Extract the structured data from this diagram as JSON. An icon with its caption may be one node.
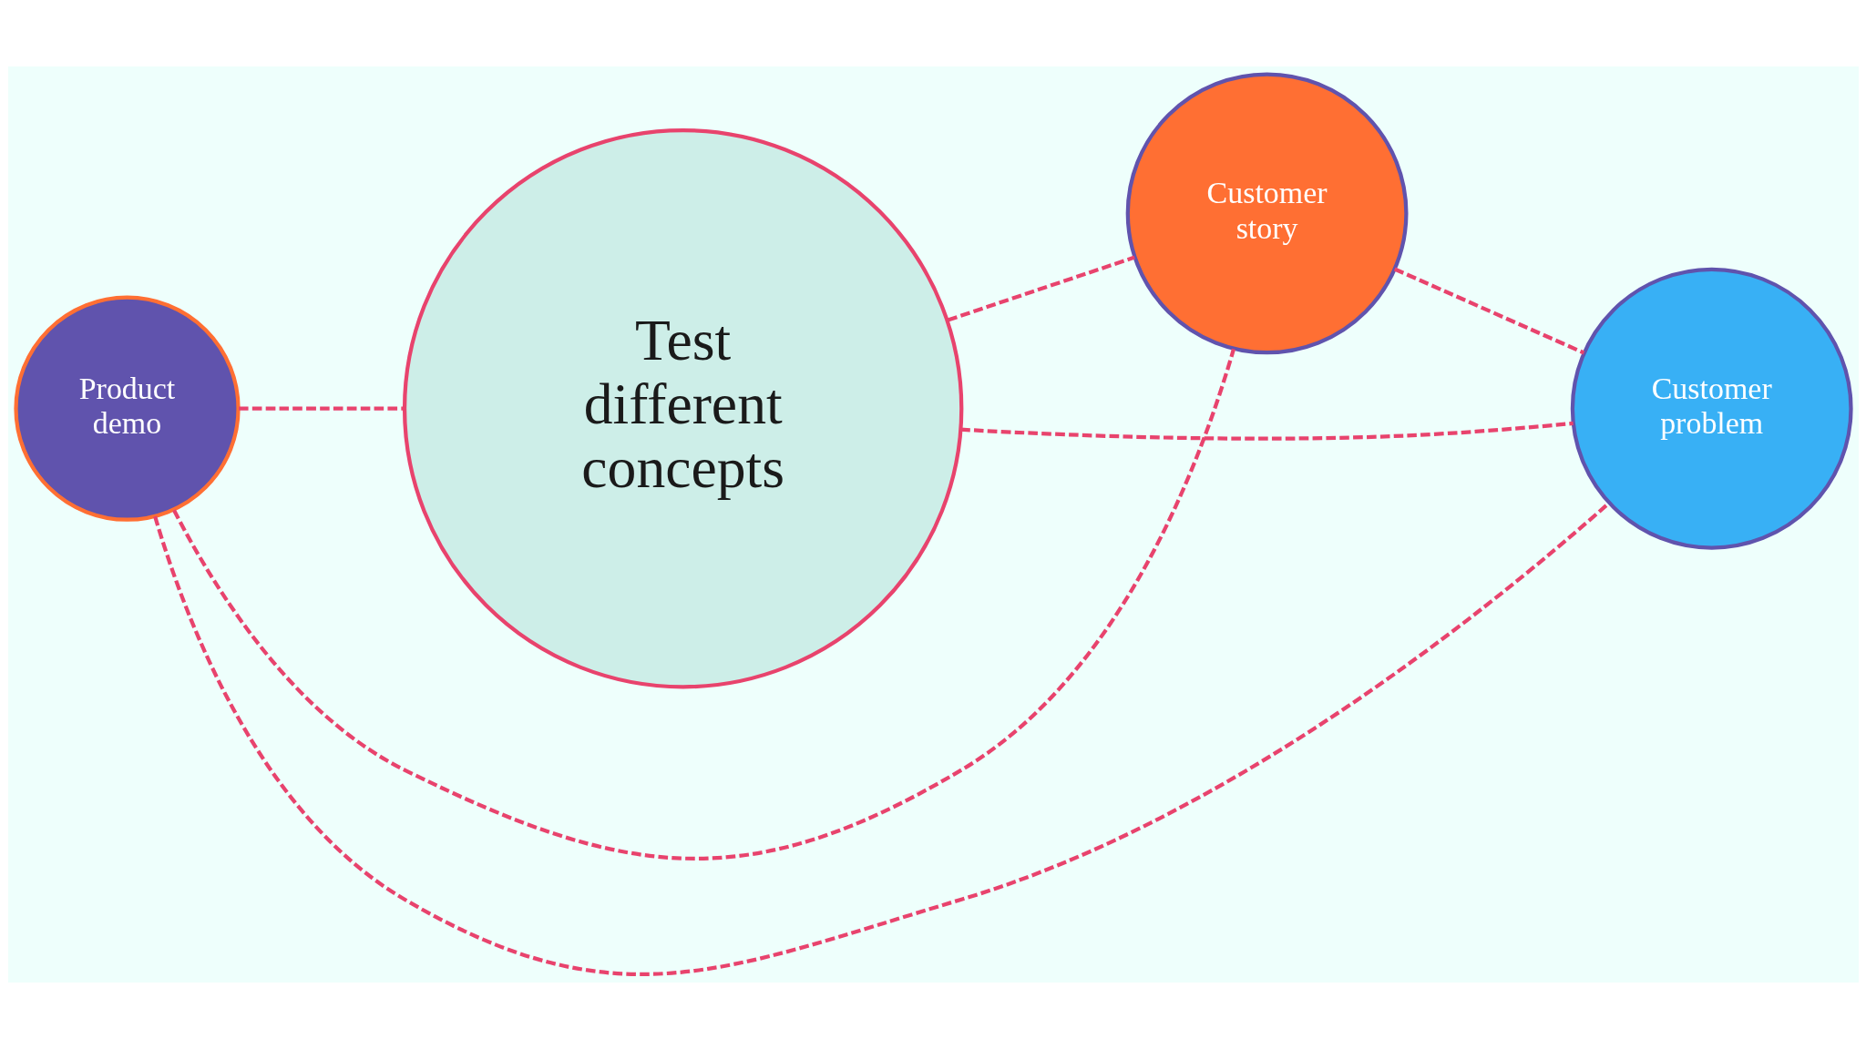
{
  "diagram": {
    "nodes": [
      {
        "text": [
          "Product demo"
        ]
      },
      {
        "text": [
          "Test different concepts"
        ]
      },
      {
        "text": [
          "Customer story"
        ]
      },
      {
        "text": [
          "Customer problem"
        ]
      }
    ],
    "edges": [
      {
        "from": 0,
        "to": 1,
        "arrow": "none",
        "style": "dashed"
      },
      {
        "from": 1,
        "to": 2,
        "arrow": "none",
        "style": "dashed"
      },
      {
        "from": 1,
        "to": 3,
        "arrow": "none",
        "style": "dashed"
      },
      {
        "from": 0,
        "to": 2,
        "arrow": "none",
        "style": "dashed"
      },
      {
        "from": 2,
        "to": 3,
        "arrow": "none",
        "style": "dashed"
      },
      {
        "from": 0,
        "to": 3,
        "arrow": "none",
        "style": "dashed"
      }
    ]
  }
}
